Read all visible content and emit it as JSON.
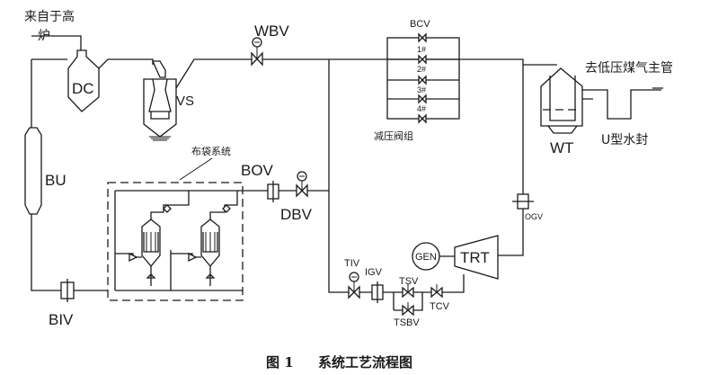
{
  "labels": {
    "from_bf": "来自于高",
    "from_bf_2": "炉",
    "dc": "DC",
    "vs": "VS",
    "wbv": "WBV",
    "bcv": "BCV",
    "bcv_valves": [
      "1#",
      "2#",
      "3#",
      "4#"
    ],
    "prv_group": "减压阀组",
    "to_main": "去低压煤气主管",
    "wt": "WT",
    "u_seal": "U型水封",
    "bu": "BU",
    "bag_system": "布袋系统",
    "bov": "BOV",
    "dbv": "DBV",
    "ogv": "OGV",
    "biv": "BIV",
    "tiv": "TIV",
    "igv": "IGV",
    "gen": "GEN",
    "trt": "TRT",
    "tsv": "TSV",
    "tcv": "TCV",
    "tsbv": "TSBV"
  },
  "caption": {
    "number": "图 1",
    "title": "系统工艺流程图"
  }
}
